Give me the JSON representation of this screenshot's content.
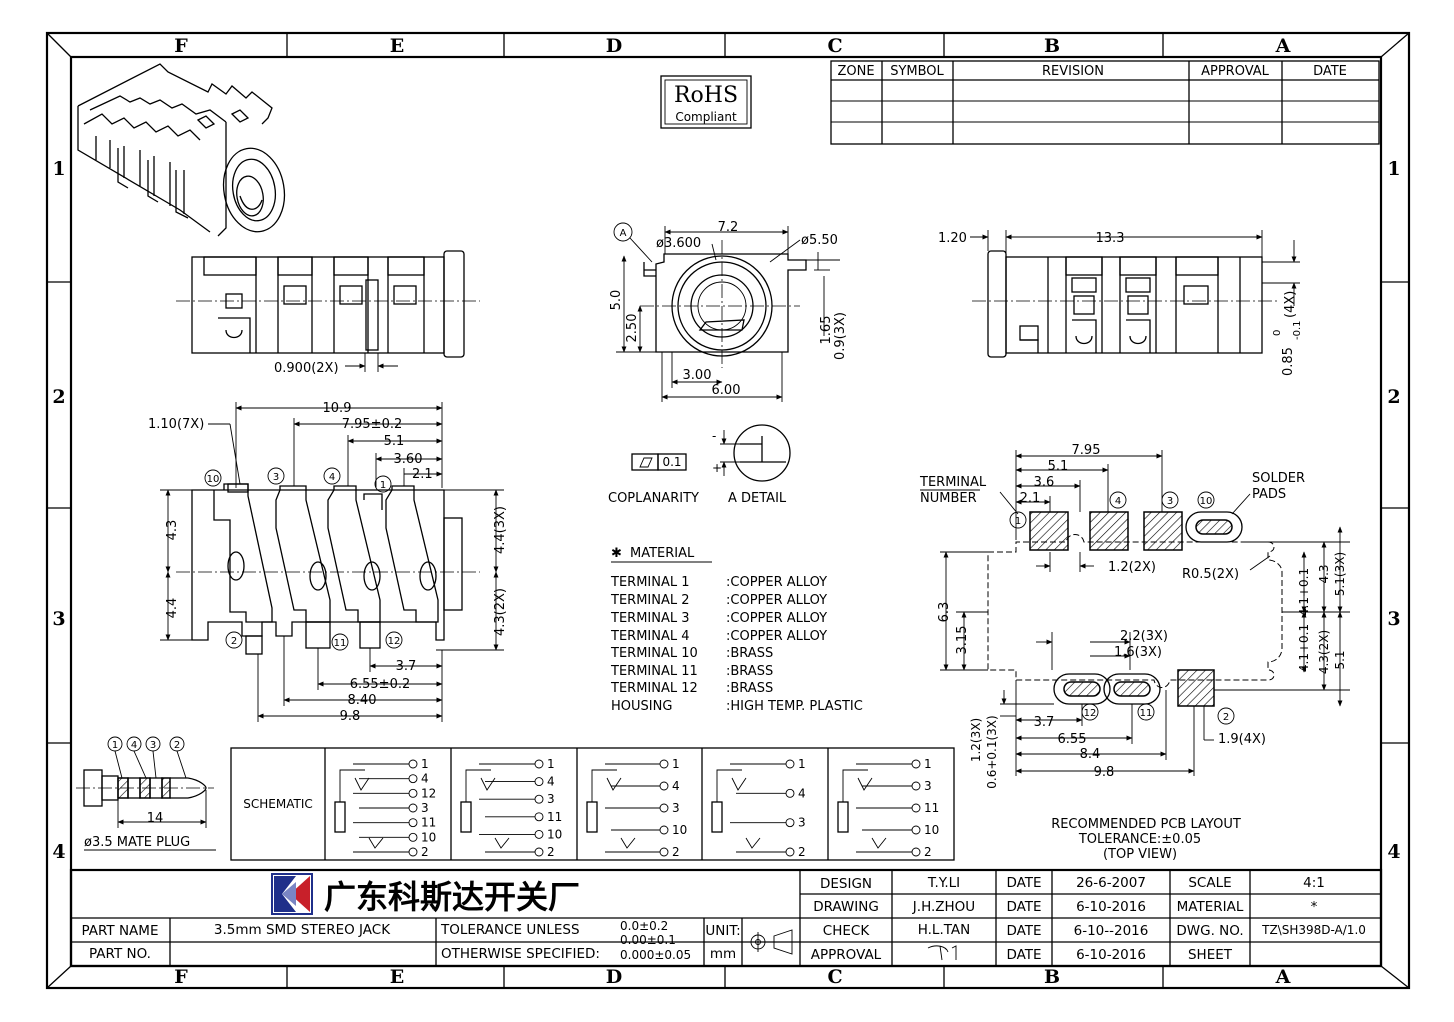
{
  "frame": {
    "columns": [
      "F",
      "E",
      "D",
      "C",
      "B",
      "A"
    ],
    "rows": [
      "1",
      "2",
      "3",
      "4"
    ]
  },
  "rohs": {
    "title": "RoHS",
    "sub": "Compliant"
  },
  "revision_table": {
    "headers": [
      "ZONE",
      "SYMBOL",
      "REVISION",
      "APPROVAL",
      "DATE"
    ]
  },
  "dims": {
    "front": {
      "d1": "7.2",
      "d2": "ø3.600",
      "d3": "ø5.50",
      "d4": "5.0",
      "d5": "2.50",
      "d6": "1.65",
      "d7": "0.9(3X)",
      "d8": "3.00",
      "d9": "6.00",
      "marker": "A"
    },
    "side_left": {
      "pitch": "0.900(2X)"
    },
    "side_right": {
      "d1": "1.20",
      "d2": "13.3",
      "d3": "0.85",
      "d3_tol_top": "0",
      "d3_tol_bot": "-0.1",
      "d3_suffix": "(4X)"
    },
    "bottom": {
      "d1": "10.9",
      "d2": "7.95±0.2",
      "d3": "5.1",
      "d4": "3.60",
      "d5": "2.1",
      "d6": "1.10(7X)",
      "d7": "4.3",
      "d8": "4.4",
      "d9": "4.4(3X)",
      "d10": "4.3(2X)",
      "d11": "3.7",
      "d12": "6.55±0.2",
      "d13": "8.40",
      "d14": "9.8"
    },
    "pcb": {
      "d1": "7.95",
      "d2": "5.1",
      "d3": "3.6",
      "d4": "2.1",
      "d5": "1.2(2X)",
      "d6": "R0.5(2X)",
      "d7": "6.3",
      "d8": "3.15",
      "d9": "2.2(3X)",
      "d10": "1.6(3X)",
      "d11": "4.1+0.1",
      "d12": "4.3",
      "d13": "5.1(3X)",
      "d14": "4.1+0.1",
      "d15": "4.3(2X)",
      "d16": "5.1",
      "d17": "3.7",
      "d18": "6.55",
      "d19": "8.4",
      "d20": "9.8",
      "d21": "1.9(4X)",
      "d22": "1.2(3X)",
      "d23": "0.6+0.1(3X)"
    }
  },
  "terminal_labels": {
    "t1": "1",
    "t2": "2",
    "t3": "3",
    "t4": "4",
    "t10": "10",
    "t11": "11",
    "t12": "12"
  },
  "pcb_labels": {
    "terminal_number_1": "TERMINAL",
    "terminal_number_2": "NUMBER",
    "solder_1": "SOLDER",
    "solder_2": "PADS"
  },
  "detail": {
    "tol": "0.1",
    "coplanarity": "COPLANARITY",
    "a_detail": "A DETAIL"
  },
  "material": {
    "title": "MATERIAL",
    "rows": [
      {
        "part": "TERMINAL  1",
        "mat": ":COPPER  ALLOY"
      },
      {
        "part": "TERMINAL  2",
        "mat": ":COPPER  ALLOY"
      },
      {
        "part": "TERMINAL  3",
        "mat": ":COPPER  ALLOY"
      },
      {
        "part": "TERMINAL  4",
        "mat": ":COPPER  ALLOY"
      },
      {
        "part": "TERMINAL  10",
        "mat": ":BRASS"
      },
      {
        "part": "TERMINAL  11",
        "mat": ":BRASS"
      },
      {
        "part": "TERMINAL  12",
        "mat": ":BRASS"
      },
      {
        "part": "HOUSING",
        "mat": ":HIGH  TEMP.  PLASTIC"
      }
    ]
  },
  "plug": {
    "caption": "ø3.5  MATE  PLUG",
    "length": "14",
    "rings": [
      "1",
      "4",
      "3",
      "2"
    ]
  },
  "schematic": {
    "label": "SCHEMATIC",
    "diagrams": [
      [
        "1",
        "4",
        "12",
        "3",
        "11",
        "10",
        "2"
      ],
      [
        "1",
        "4",
        "3",
        "11",
        "10",
        "2"
      ],
      [
        "1",
        "4",
        "3",
        "10",
        "2"
      ],
      [
        "1",
        "4",
        "3",
        "2"
      ],
      [
        "1",
        "3",
        "11",
        "10",
        "2"
      ]
    ]
  },
  "pcb_caption": {
    "line1": "RECOMMENDED  PCB  LAYOUT",
    "line2": "TOLERANCE:±0.05",
    "line3": "(TOP  VIEW)"
  },
  "title_block": {
    "company": "广东科斯达开关厂",
    "design_l": "DESIGN",
    "design_v": "T.Y.LI",
    "drawing_l": "DRAWING",
    "drawing_v": "J.H.ZHOU",
    "check_l": "CHECK",
    "check_v": "H.L.TAN",
    "approval_l": "APPROVAL",
    "date_l": "DATE",
    "date1": "26-6-2007",
    "date2": "6-10-2016",
    "date3": "6-10--2016",
    "date4": "6-10-2016",
    "scale_l": "SCALE",
    "scale_v": "4:1",
    "material_l": "MATERIAL",
    "material_v": "*",
    "dwg_l": "DWG. NO.",
    "dwg_v": "TZ\\SH398D-A/1.0",
    "sheet_l": "SHEET",
    "partname_l": "PART NAME",
    "partname_v": "3.5mm  SMD  STEREO  JACK",
    "partno_l": "PART NO.",
    "tol_l": "TOLERANCE  UNLESS",
    "tol_l2": "OTHERWISE  SPECIFIED:",
    "tol_v1": "0.0±0.2",
    "tol_v2": "0.00±0.1",
    "tol_v3": "0.000±0.05",
    "unit_l": "UNIT:",
    "unit_v": "mm"
  }
}
